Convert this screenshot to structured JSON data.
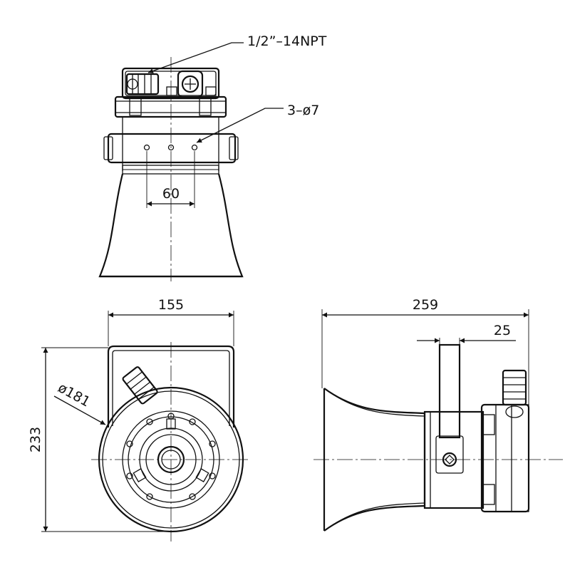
{
  "labels": {
    "thread": "1/2”–14NPT",
    "holes": "3–ø7",
    "spacing": "60",
    "width": "155",
    "height": "233",
    "diameter": "ø181",
    "length": "259",
    "offset": "25"
  },
  "colors": {
    "ink": "#111111",
    "paper": "#ffffff"
  }
}
